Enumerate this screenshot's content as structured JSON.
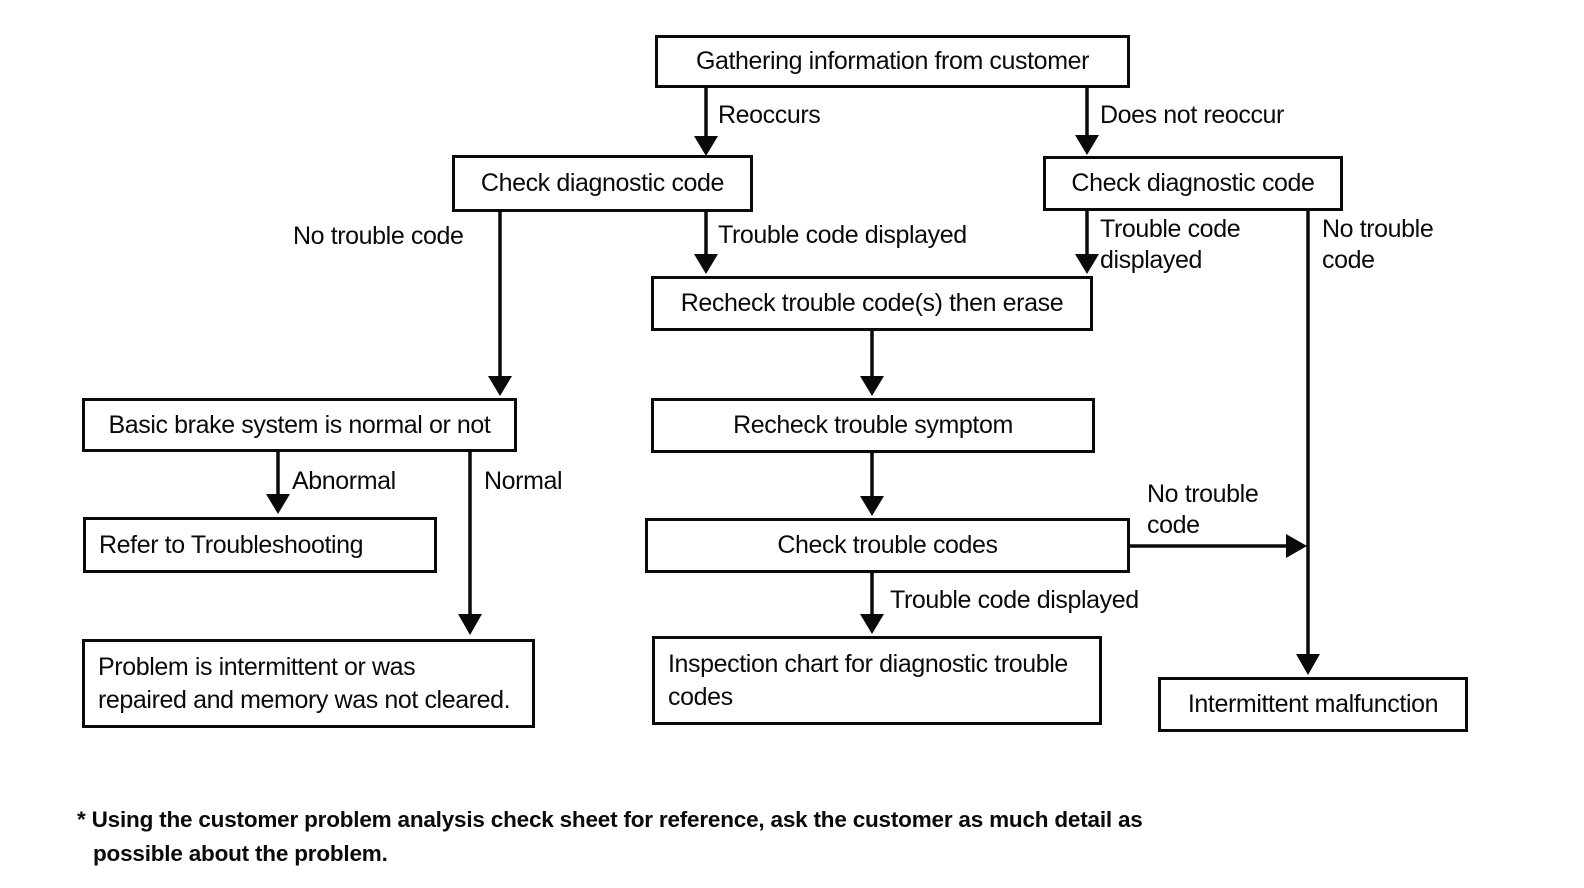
{
  "diagram": {
    "boxes": {
      "gathering": "Gathering information from customer",
      "check_diag_left": "Check diagnostic code",
      "check_diag_right": "Check diagnostic code",
      "recheck_erase": "Recheck trouble code(s) then erase",
      "recheck_symptom": "Recheck trouble symptom",
      "check_codes": "Check trouble codes",
      "inspection_chart": "Inspection chart for diagnostic trouble\ncodes",
      "basic_brake": "Basic brake system is normal or not",
      "refer_troubleshooting": "Refer to Troubleshooting",
      "problem_intermittent": "Problem is intermittent or was\nrepaired and memory was not cleared.",
      "intermittent_malfunction": "Intermittent malfunction"
    },
    "labels": {
      "reoccurs": "Reoccurs",
      "does_not_reoccur": "Does not reoccur",
      "no_trouble_code_left": "No trouble code",
      "trouble_code_displayed_mid": "Trouble code displayed",
      "trouble_code_displayed_right": "Trouble code\ndisplayed",
      "no_trouble_code_right": "No trouble\ncode",
      "no_trouble_code_side": "No trouble\ncode",
      "trouble_code_displayed_bottom": "Trouble code displayed",
      "abnormal": "Abnormal",
      "normal": "Normal"
    },
    "footnote": "* Using the customer problem analysis check sheet for reference, ask the customer as much detail as\npossible about the problem."
  },
  "colors": {
    "ink": "#0a0a0a",
    "background": "#ffffff"
  }
}
